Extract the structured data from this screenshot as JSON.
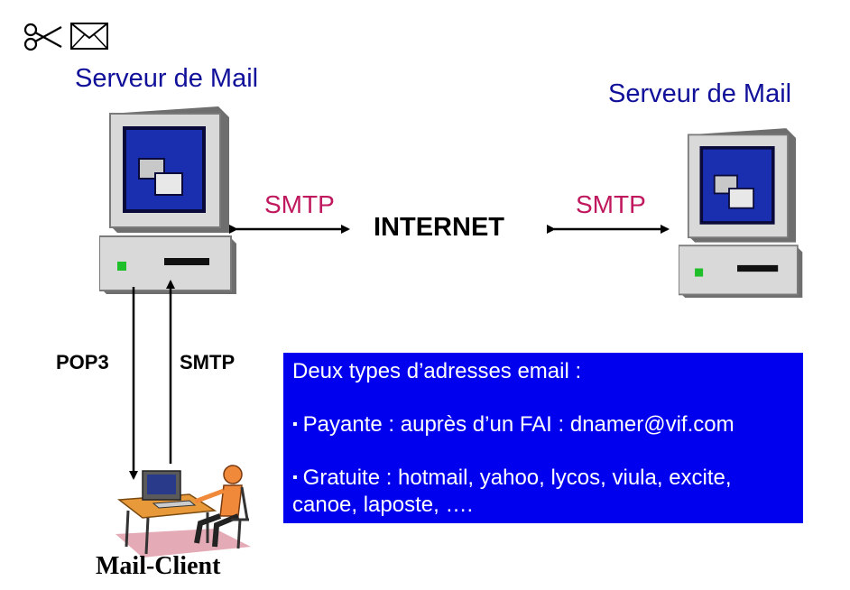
{
  "header_icons": [
    "scissors-icon",
    "envelope-icon"
  ],
  "left_server": {
    "title": "Serveur de  Mail"
  },
  "right_server": {
    "title": "Serveur de  Mail"
  },
  "links": {
    "smtp_left": "SMTP",
    "internet": "INTERNET",
    "smtp_right": "SMTP",
    "pop3": "POP3",
    "smtp_client": "SMTP"
  },
  "client": {
    "label": "Mail-Client"
  },
  "info_box": {
    "heading": "Deux types d’adresses email :",
    "bullet_mark": "▪",
    "items": [
      {
        "text": "Payante : auprès d’un FAI : dnamer@vif.com"
      },
      {
        "text": "Gratuite : hotmail, yahoo, lycos, viula, excite, canoe, laposte, …."
      }
    ]
  },
  "colors": {
    "server_title": "#10109a",
    "protocol_pink": "#c0185e",
    "info_box_bg": "#0000ee",
    "screen_blue": "#1a2fb0"
  }
}
